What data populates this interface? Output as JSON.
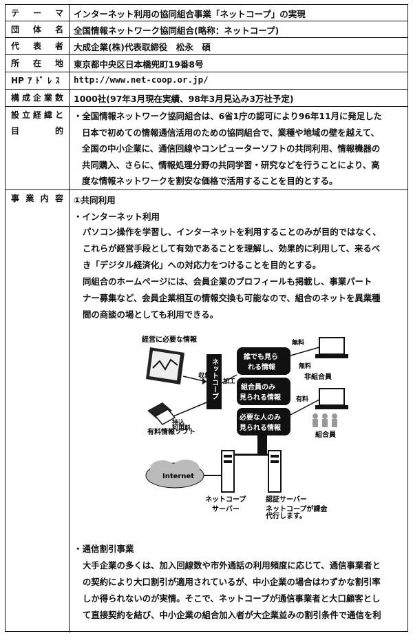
{
  "rows": [
    {
      "label": "テーマ",
      "value": "インターネット利用の協同組合事業「ネットコープ」の実現"
    },
    {
      "label": "団体名",
      "value": "全国情報ネットワーク協同組合(略称：ネットコープ)"
    },
    {
      "label": "代表者",
      "value": "大成企業(株)代表取締役　松永　碩"
    },
    {
      "label": "所在地",
      "value": "東京都中央区日本橋兜町19番8号"
    },
    {
      "label": "HPｱﾄﾞﾚｽ",
      "value": "http://www.net-coop.or.jp/"
    },
    {
      "label": "構成企業数",
      "value": "1000社(97年3月現在実績、98年3月見込み3万社予定)"
    }
  ],
  "purpose": {
    "label_line1": "設立経緯と",
    "label_line2_a": "目",
    "label_line2_b": "的",
    "lines": [
      "・全国情報ネットワーク協同組合は、6省1庁の認可により96年11月に発足した",
      "日本で初めての情報通信活用のための協同組合で、業種や地域の壁を越えて、",
      "全国の中小企業に、通信回線やコンピューターソフトの共同利用、情報機器の",
      "共同購入、さらに、情報処理分野の共同学習・研究などを行うことにより、高",
      "度な情報ネットワークを割安な価格で活用することを目的とする。"
    ]
  },
  "business": {
    "label": "事業内容",
    "heading": "①共同利用",
    "sub1": "・インターネット利用",
    "sub1_lines": [
      "パソコン操作を学習し、インターネットを利用することのみが目的ではなく、",
      "これらが経営手段として有効であることを理解し、効果的に利用して、来るべ",
      "き「デジタル経済化」への対応力をつけることを目的とする。",
      "同組合のホームページには、会員企業のプロフィールも掲載し、事業パート",
      "ナー募集など、会員企業相互の情報交換も可能なので、組合のネットを異業種",
      "間の商談の場としても利用できる。"
    ],
    "sub2": "・通信割引事業",
    "sub2_lines": [
      "大手企業の多くは、加入回線数や市外通話の利用頻度に応じて、通信事業者と",
      "の契約により大口割引が適用されているが、中小企業の場合はわずかな割引率",
      "しか得られないのが実情。そこで、ネットコープが通信事業者と大口顧客とし",
      "て直接契約を結び、中小企業の組合加入者が大企業並みの割引条件で通信を利"
    ]
  },
  "diagram": {
    "info_label": "経営に必要な情報",
    "collect": "収集",
    "process": "加工",
    "bring": "持込",
    "fee": "利用料",
    "soft_label": "有料情報ソフト",
    "netcoop_vertical": "ネットコープ",
    "layers": [
      "誰でも見ら",
      "れる情報",
      "組合員のみ",
      "見られる情報",
      "必要な人のみ",
      "見られる情報"
    ],
    "free": "無料",
    "non_member": "非組合員",
    "paid": "有料",
    "member": "組合員",
    "internet": "Internet",
    "server1_line1": "ネットコープ",
    "server1_line2": "サーバー",
    "server2_line1": "認証サーバー",
    "server2_line2": "ネットコープが課金",
    "server2_line3": "代行します。"
  }
}
